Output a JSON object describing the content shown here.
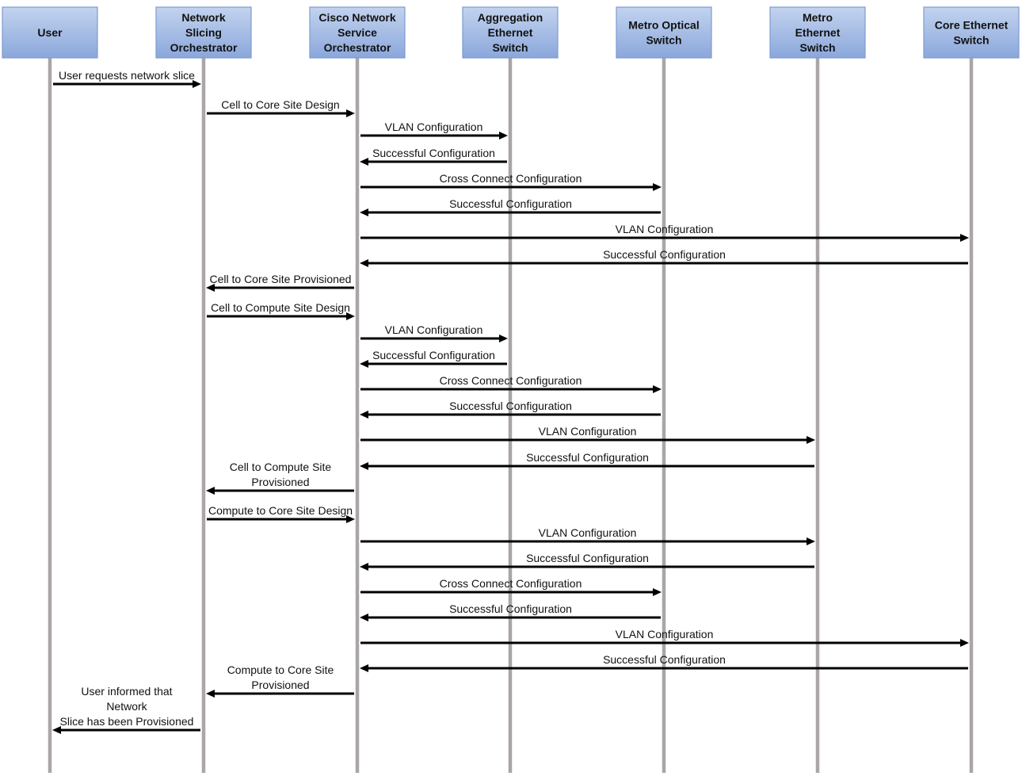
{
  "diagram": {
    "colors": {
      "header_top": "#c3d3ef",
      "header_bottom": "#8aa7db",
      "header_border": "#7f9bd0",
      "lifeline": "#aaa6a8",
      "arrow": "#000000"
    },
    "actors": [
      {
        "id": "user",
        "name": "user",
        "lines": [
          "User"
        ]
      },
      {
        "id": "nso",
        "name": "network-slicing-orchestrator",
        "lines": [
          "Network",
          "Slicing",
          "Orchestrator"
        ]
      },
      {
        "id": "cnso",
        "name": "cisco-network-service-orchestrator",
        "lines": [
          "Cisco Network",
          "Service",
          "Orchestrator"
        ]
      },
      {
        "id": "agg",
        "name": "aggregation-ethernet-switch",
        "lines": [
          "Aggregation",
          "Ethernet",
          "Switch"
        ]
      },
      {
        "id": "mos",
        "name": "metro-optical-switch",
        "lines": [
          "Metro Optical",
          "Switch"
        ]
      },
      {
        "id": "mes",
        "name": "metro-ethernet-switch",
        "lines": [
          "Metro",
          "Ethernet",
          "Switch"
        ]
      },
      {
        "id": "ces",
        "name": "core-ethernet-switch",
        "lines": [
          "Core Ethernet",
          "Switch"
        ]
      }
    ],
    "messages": [
      {
        "from": "user",
        "to": "nso",
        "lines": [
          "User requests network slice"
        ]
      },
      {
        "from": "nso",
        "to": "cnso",
        "lines": [
          "Cell to Core Site Design"
        ]
      },
      {
        "from": "cnso",
        "to": "agg",
        "lines": [
          "VLAN Configuration"
        ]
      },
      {
        "from": "agg",
        "to": "cnso",
        "lines": [
          "Successful Configuration"
        ]
      },
      {
        "from": "cnso",
        "to": "mos",
        "lines": [
          "Cross Connect Configuration"
        ]
      },
      {
        "from": "mos",
        "to": "cnso",
        "lines": [
          "Successful Configuration"
        ]
      },
      {
        "from": "cnso",
        "to": "ces",
        "lines": [
          "VLAN Configuration"
        ]
      },
      {
        "from": "ces",
        "to": "cnso",
        "lines": [
          "Successful Configuration"
        ]
      },
      {
        "from": "cnso",
        "to": "nso",
        "lines": [
          "Cell to Core Site Provisioned"
        ]
      },
      {
        "from": "nso",
        "to": "cnso",
        "lines": [
          "Cell to Compute Site Design"
        ]
      },
      {
        "from": "cnso",
        "to": "agg",
        "lines": [
          "VLAN Configuration"
        ]
      },
      {
        "from": "agg",
        "to": "cnso",
        "lines": [
          "Successful Configuration"
        ]
      },
      {
        "from": "cnso",
        "to": "mos",
        "lines": [
          "Cross Connect Configuration"
        ]
      },
      {
        "from": "mos",
        "to": "cnso",
        "lines": [
          "Successful Configuration"
        ]
      },
      {
        "from": "cnso",
        "to": "mes",
        "lines": [
          "VLAN Configuration"
        ]
      },
      {
        "from": "mes",
        "to": "cnso",
        "lines": [
          "Successful Configuration"
        ]
      },
      {
        "from": "cnso",
        "to": "nso",
        "lines": [
          "Cell to Compute Site",
          "Provisioned"
        ]
      },
      {
        "from": "nso",
        "to": "cnso",
        "lines": [
          "Compute to Core Site Design"
        ]
      },
      {
        "from": "cnso",
        "to": "mes",
        "lines": [
          "VLAN Configuration"
        ]
      },
      {
        "from": "mes",
        "to": "cnso",
        "lines": [
          "Successful Configuration"
        ]
      },
      {
        "from": "cnso",
        "to": "mos",
        "lines": [
          "Cross Connect Configuration"
        ]
      },
      {
        "from": "mos",
        "to": "cnso",
        "lines": [
          "Successful Configuration"
        ]
      },
      {
        "from": "cnso",
        "to": "ces",
        "lines": [
          "VLAN Configuration"
        ]
      },
      {
        "from": "ces",
        "to": "cnso",
        "lines": [
          "Successful Configuration"
        ]
      },
      {
        "from": "cnso",
        "to": "nso",
        "lines": [
          "Compute to Core Site",
          "Provisioned"
        ]
      },
      {
        "from": "nso",
        "to": "user",
        "lines": [
          "User informed that",
          "Network",
          "Slice has been Provisioned"
        ]
      }
    ]
  }
}
